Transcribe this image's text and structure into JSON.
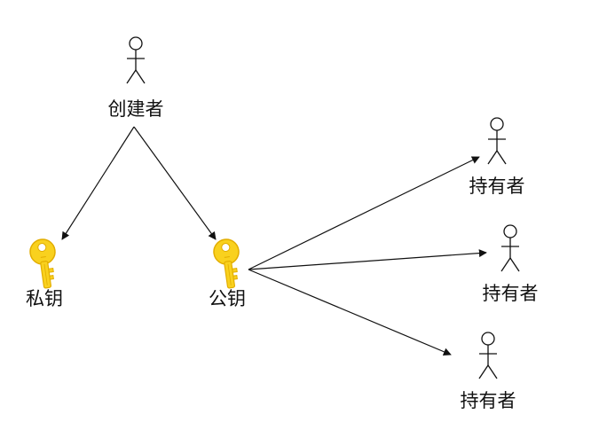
{
  "nodes": {
    "creator": {
      "label": "创建者"
    },
    "private_key": {
      "label": "私钥"
    },
    "public_key": {
      "label": "公钥"
    },
    "holder_1": {
      "label": "持有者"
    },
    "holder_2": {
      "label": "持有者"
    },
    "holder_3": {
      "label": "持有者"
    }
  },
  "icons": {
    "actor": "stick-figure-icon",
    "key": "key-icon"
  },
  "colors": {
    "key_fill": "#F9D11E",
    "key_shade": "#E2AD00",
    "line": "#111111",
    "background": "#FFFFFF"
  }
}
